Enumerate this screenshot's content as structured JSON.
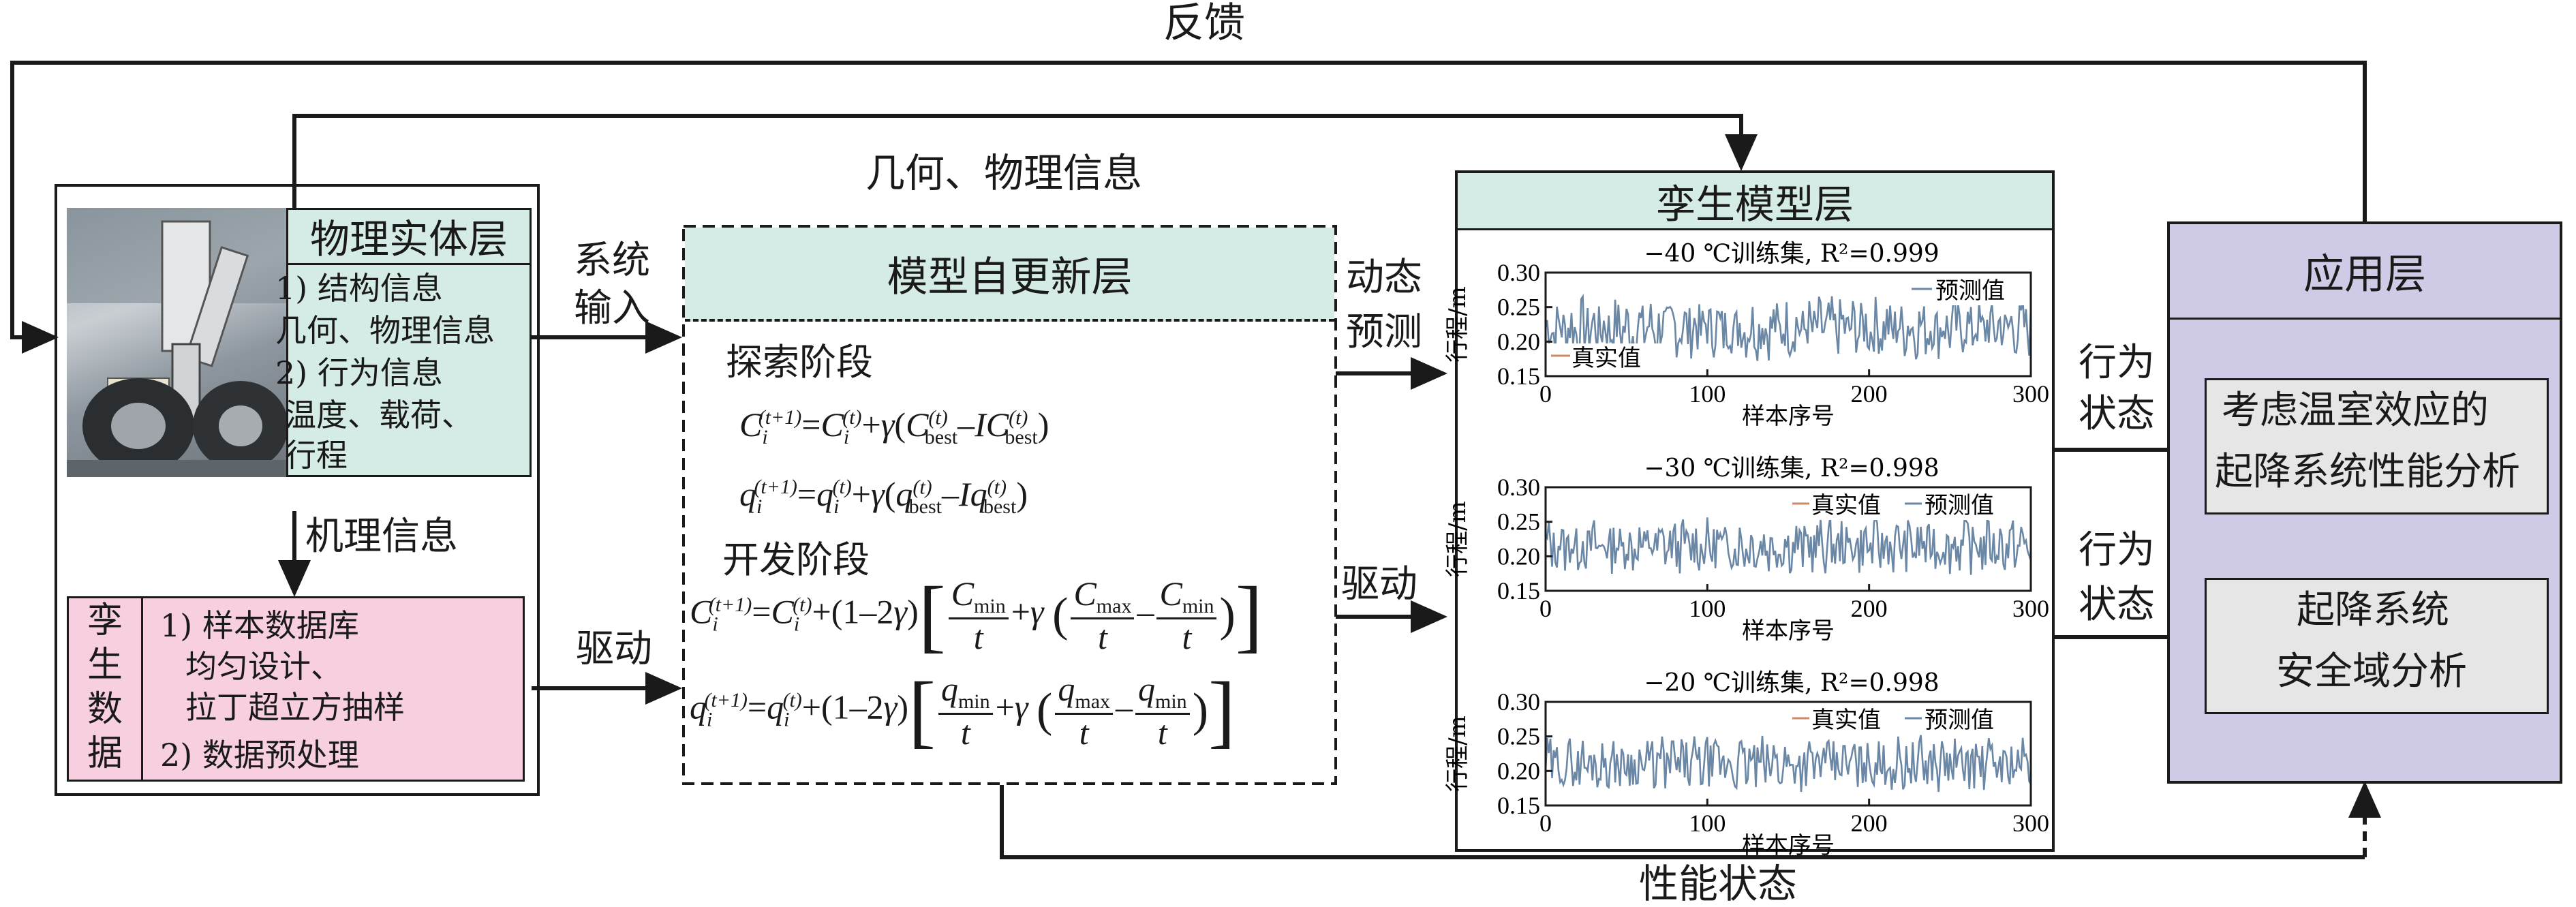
{
  "labels": {
    "feedback": "反馈",
    "geo_phys_info_top": "几何、物理信息",
    "system_input_1": "系统",
    "system_input_2": "输入",
    "dynamic_1": "动态",
    "dynamic_2": "预测",
    "drive_1": "驱动",
    "drive_2": "驱动",
    "mechanism_info": "机理信息",
    "behavior_1a": "行为",
    "behavior_1b": "状态",
    "behavior_2a": "行为",
    "behavior_2b": "状态",
    "performance_state": "性能状态"
  },
  "physical_layer": {
    "title": "物理实体层",
    "line1": "1) 结构信息",
    "line2": "几何、物理信息",
    "line3": "2) 行为信息",
    "line4": "温度、载荷、",
    "line5": "行程"
  },
  "twin_data": {
    "side_1": "孪",
    "side_2": "生",
    "side_3": "数",
    "side_4": "据",
    "line1": "1) 样本数据库",
    "line2": "均匀设计、",
    "line3": "拉丁超立方抽样",
    "line4": "2) 数据预处理"
  },
  "model_update_layer": {
    "title": "模型自更新层",
    "explore": "探索阶段",
    "develop": "开发阶段"
  },
  "twin_model_layer": {
    "title": "孪生模型层"
  },
  "application_layer": {
    "title": "应用层",
    "box1_line1": "考虑温室效应的",
    "box1_line2": "起降系统性能分析",
    "box2_line1": "起降系统",
    "box2_line2": "安全域分析"
  },
  "colors": {
    "teal_fill": "#d5ece6",
    "pink_fill": "#f7cfe0",
    "purple_fill": "#cfcbe6",
    "gray_fill": "#e6e6e6",
    "series_line": "#6b87a6",
    "real_legend": "#c98a6a"
  },
  "chart_data": [
    {
      "type": "line",
      "title": "−40 ℃训练集, R²=0.999",
      "ylabel": "行程/m",
      "xlabel": "样本序号",
      "xlim": [
        0,
        300
      ],
      "ylim": [
        0.15,
        0.3
      ],
      "xticks": [
        "0",
        "100",
        "200",
        "300"
      ],
      "yticks": [
        "0.30",
        "0.25",
        "0.20",
        "0.15"
      ],
      "legend_position": "split",
      "series": [
        {
          "name": "预测值"
        },
        {
          "name": "真实值"
        }
      ],
      "center": 0.22,
      "amp": 0.04,
      "seed": 7
    },
    {
      "type": "line",
      "title": "−30 ℃训练集, R²=0.998",
      "ylabel": "行程/m",
      "xlabel": "样本序号",
      "xlim": [
        0,
        300
      ],
      "ylim": [
        0.15,
        0.3
      ],
      "xticks": [
        "0",
        "100",
        "200",
        "300"
      ],
      "yticks": [
        "0.30",
        "0.25",
        "0.20",
        "0.15"
      ],
      "legend_position": "top-right",
      "series": [
        {
          "name": "真实值"
        },
        {
          "name": "预测值"
        }
      ],
      "center": 0.215,
      "amp": 0.035,
      "seed": 13
    },
    {
      "type": "line",
      "title": "−20 ℃训练集, R²=0.998",
      "ylabel": "行程/m",
      "xlabel": "样本序号",
      "xlim": [
        0,
        300
      ],
      "ylim": [
        0.15,
        0.3
      ],
      "xticks": [
        "0",
        "100",
        "200",
        "300"
      ],
      "yticks": [
        "0.30",
        "0.25",
        "0.20",
        "0.15"
      ],
      "legend_position": "top-right",
      "series": [
        {
          "name": "真实值"
        },
        {
          "name": "预测值"
        }
      ],
      "center": 0.21,
      "amp": 0.035,
      "seed": 29
    }
  ]
}
